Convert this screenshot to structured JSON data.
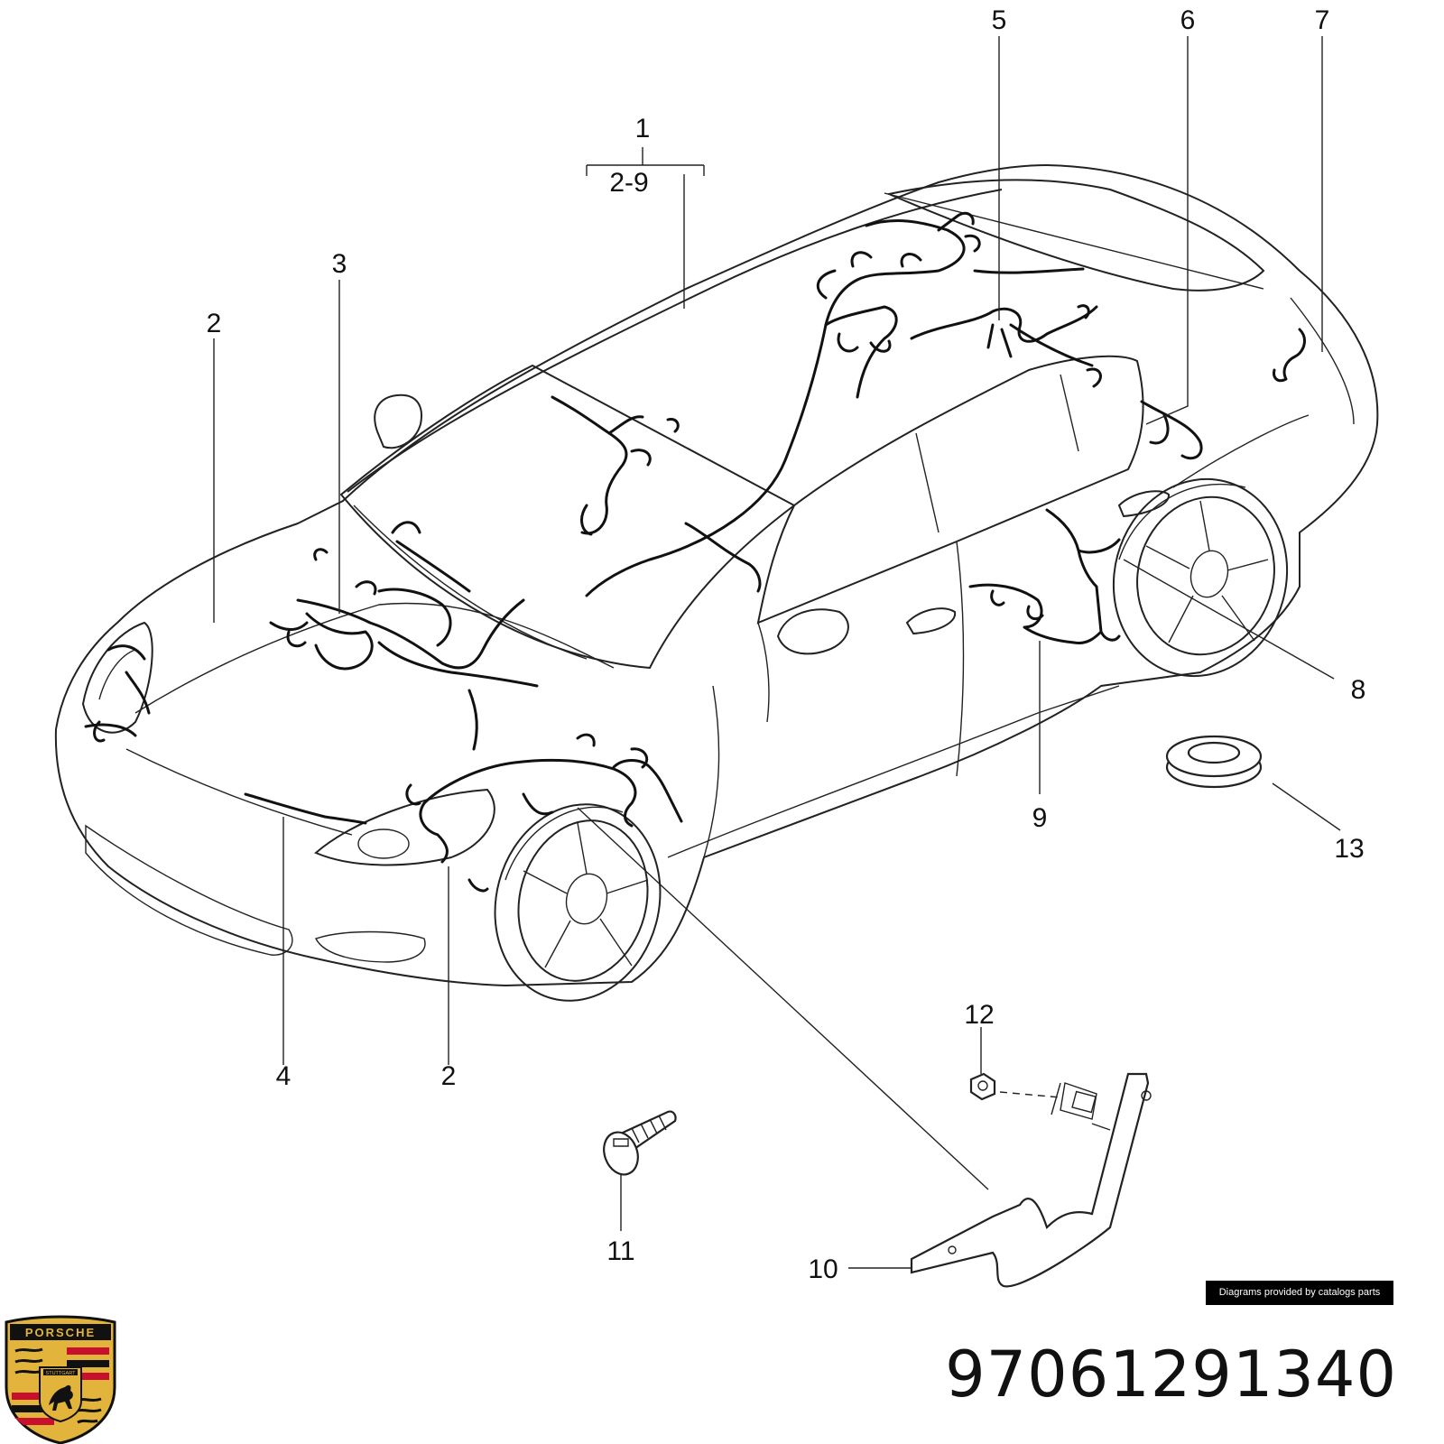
{
  "callouts": {
    "c1": "1",
    "c2_9": "2-9",
    "c2_left": "2",
    "c2_bottom": "2",
    "c3": "3",
    "c4": "4",
    "c5": "5",
    "c6": "6",
    "c7": "7",
    "c8": "8",
    "c9": "9",
    "c10": "10",
    "c11": "11",
    "c12": "12",
    "c13": "13"
  },
  "credit": "Diagrams provided by catalogs parts",
  "part_number": "97061291340",
  "logo": {
    "brand": "PORSCHE",
    "city": "STUTTGART",
    "colors": {
      "red": "#c8102e",
      "black": "#111111",
      "gold": "#e2b43c"
    }
  }
}
